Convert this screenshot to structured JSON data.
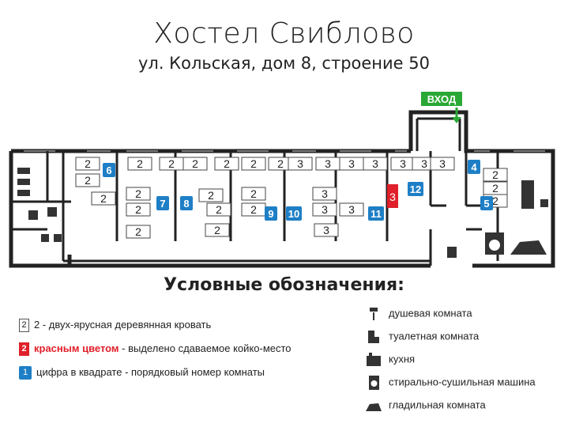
{
  "header": {
    "title": "Хостел Свиблово",
    "address": "ул. Кольская, дом 8, строение 50"
  },
  "entrance": {
    "label": "ВХОД",
    "color": "#2aa835"
  },
  "colors": {
    "room_number": "#1e7fc6",
    "highlight": "#e0202a",
    "wall": "#222222"
  },
  "rooms": [
    {
      "number": "6",
      "beds": [
        "2",
        "2",
        "2"
      ]
    },
    {
      "number": "7",
      "beds": [
        "2",
        "2",
        "2",
        "2",
        "2"
      ]
    },
    {
      "number": "8",
      "beds": [
        "2",
        "2",
        "2",
        "2",
        "2"
      ]
    },
    {
      "number": "9",
      "beds": [
        "2",
        "2",
        "2",
        "2"
      ]
    },
    {
      "number": "10",
      "beds": [
        "3",
        "3",
        "3",
        "3"
      ]
    },
    {
      "number": "11",
      "beds": [
        "3",
        "3",
        "3",
        "3"
      ]
    },
    {
      "number": "12",
      "beds": [
        "3",
        "3",
        "3"
      ]
    },
    {
      "number": "4",
      "beds": [
        "2"
      ]
    },
    {
      "number": "5",
      "beds": [
        "2",
        "2"
      ]
    }
  ],
  "highlight_bed": "3",
  "legend": {
    "title": "Условные обозначения:",
    "bed": {
      "symbol": "2",
      "text": "2 - двух-ярусная деревянная кровать"
    },
    "red": {
      "symbol": "2",
      "red_text": "красным цветом",
      "text": " - выделено сдаваемое койко-место"
    },
    "number": {
      "symbol": "1",
      "text": "цифра в квадрате - порядковый номер комнаты"
    },
    "icons": [
      {
        "icon": "shower-icon",
        "text": "душевая комната"
      },
      {
        "icon": "toilet-icon",
        "text": "туалетная комната"
      },
      {
        "icon": "kitchen-icon",
        "text": "кухня"
      },
      {
        "icon": "washing-machine-icon",
        "text": "стирально-сушильная машина"
      },
      {
        "icon": "iron-icon",
        "text": "гладильная комната"
      }
    ]
  }
}
